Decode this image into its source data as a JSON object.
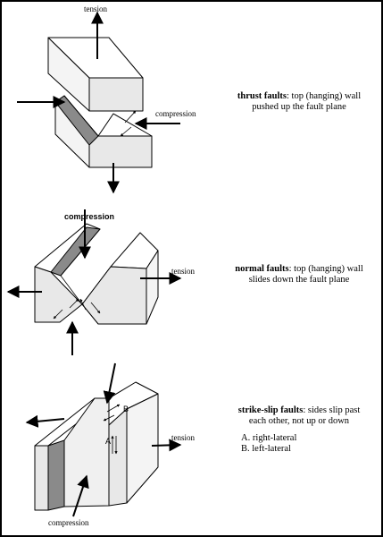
{
  "thrust": {
    "label_tension": "tension",
    "label_compression": "compression",
    "title": "thrust faults",
    "desc_line1": ": top (hanging) wall",
    "desc_line2": "pushed up the fault plane"
  },
  "normal": {
    "label_compression": "compression",
    "label_tension": "tension",
    "title": "normal faults",
    "desc_line1": ": top (hanging) wall",
    "desc_line2": "slides down the fault plane"
  },
  "strike_slip": {
    "label_tension": "tension",
    "label_compression": "compression",
    "letter_a": "A",
    "letter_b": "B",
    "title": "strike-slip faults",
    "desc_line1": ": sides slip past",
    "desc_line2": "each other, not up or down",
    "option_a": "A.  right-lateral",
    "option_b": "B.  left-lateral"
  }
}
